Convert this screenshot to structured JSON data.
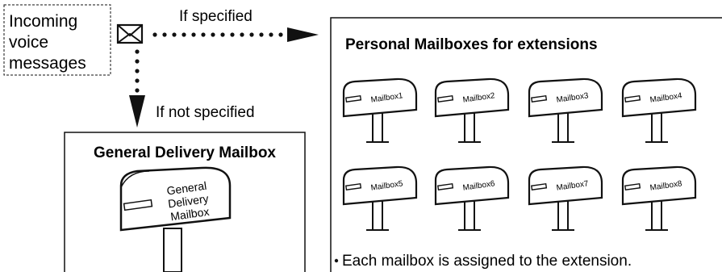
{
  "source_box": {
    "lines": [
      "Incoming",
      "voice",
      "messages"
    ]
  },
  "envelope_icon": "envelope-icon",
  "arrow_right_label": "If specified",
  "arrow_down_label": "If not specified",
  "general": {
    "title": "General Delivery Mailbox",
    "mailbox_lines": [
      "General",
      "Delivery",
      "Mailbox"
    ]
  },
  "personal": {
    "title": "Personal Mailboxes for extensions",
    "mailboxes": [
      "Mailbox1",
      "Mailbox2",
      "Mailbox3",
      "Mailbox4",
      "Mailbox5",
      "Mailbox6",
      "Mailbox7",
      "Mailbox8"
    ],
    "note": "Each mailbox is assigned to the extension."
  },
  "colors": {
    "ink": "#111111",
    "paper": "#ffffff"
  }
}
